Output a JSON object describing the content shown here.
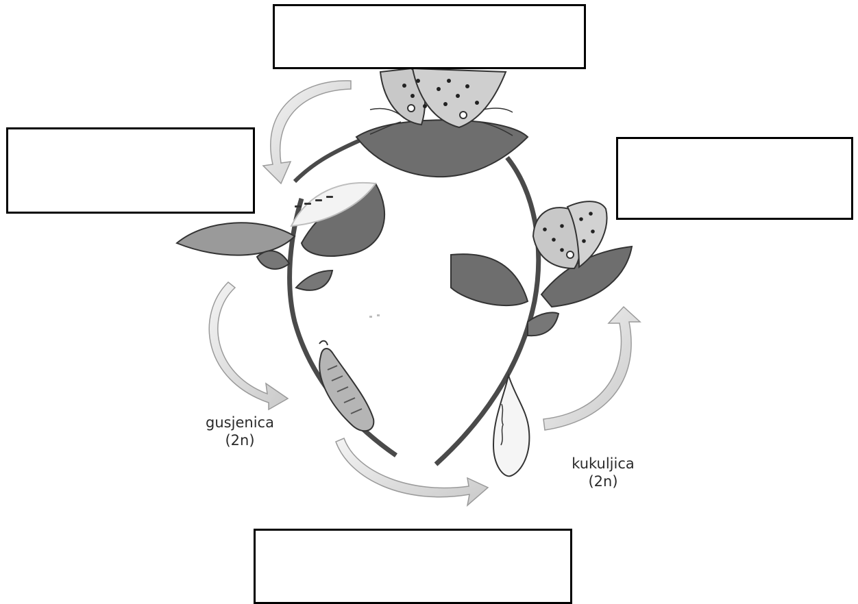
{
  "diagram": {
    "labels": {
      "caterpillar": {
        "name": "gusjenica",
        "ploidy": "(2n)"
      },
      "pupa": {
        "name": "kukuljica",
        "ploidy": "(2n)"
      }
    },
    "answer_boxes": {
      "top": "",
      "left": "",
      "right": "",
      "bottom": ""
    },
    "colors": {
      "leaf_dark": "#6e6e6e",
      "leaf_mid": "#9a9a9a",
      "arrow": "#d8d8d8",
      "outline": "#333333",
      "box_border": "#000000"
    }
  }
}
